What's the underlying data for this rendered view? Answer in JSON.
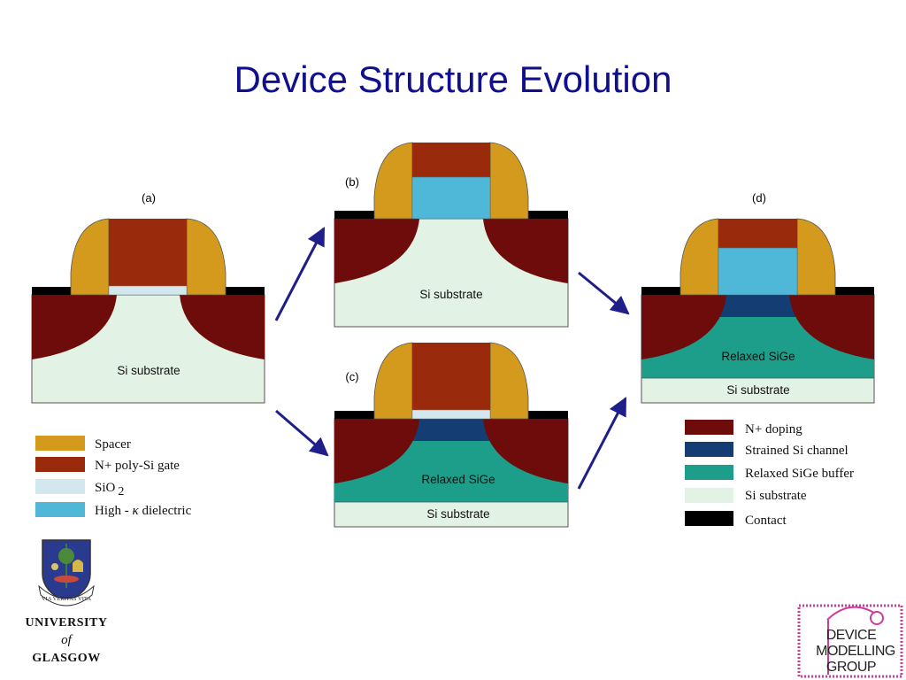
{
  "title": "Device Structure Evolution",
  "panels": {
    "a": {
      "label": "(a)",
      "substrate": "Si substrate"
    },
    "b": {
      "label": "(b)",
      "substrate": "Si substrate"
    },
    "c": {
      "label": "(c)",
      "sige": "Relaxed SiGe",
      "substrate": "Si substrate"
    },
    "d": {
      "label": "(d)",
      "sige": "Relaxed SiGe",
      "substrate": "Si substrate"
    }
  },
  "legend_left": [
    {
      "label": "Spacer",
      "color": "#d39a1e"
    },
    {
      "label": "N+ poly-Si gate",
      "color": "#992a0c"
    },
    {
      "label": "SiO",
      "sub": "2",
      "color": "#d2e8ee"
    },
    {
      "label": "High - ",
      "kappa": "κ",
      "suffix": " dielectric",
      "color": "#4fb8d8"
    }
  ],
  "legend_right": [
    {
      "label": "N+ doping",
      "color": "#6e0b0b"
    },
    {
      "label": "Strained Si channel",
      "color": "#143d73"
    },
    {
      "label": "Relaxed SiGe buffer",
      "color": "#1c9e8a"
    },
    {
      "label": "Si substrate",
      "color": "#e2f2e4"
    },
    {
      "label": "Contact",
      "color": "#000000"
    }
  ],
  "university": {
    "line1": "UNIVERSITY",
    "line2": "of",
    "line3": "GLASGOW",
    "motto": "VIA VERITAS VITA"
  },
  "group_logo": {
    "line1": "DEVICE",
    "line2": "MODELLING",
    "line3": "GROUP"
  },
  "colors": {
    "title": "#10108f",
    "arrow": "#1f1f8a",
    "substrate": "#e2f2e4",
    "sige": "#1c9e8a",
    "ndoping": "#6e0b0b",
    "spacer": "#d39a1e",
    "gate": "#992a0c",
    "highk": "#4fb8d8",
    "channel": "#143d73",
    "contact": "#000000",
    "oxide": "#d2e8ee"
  }
}
